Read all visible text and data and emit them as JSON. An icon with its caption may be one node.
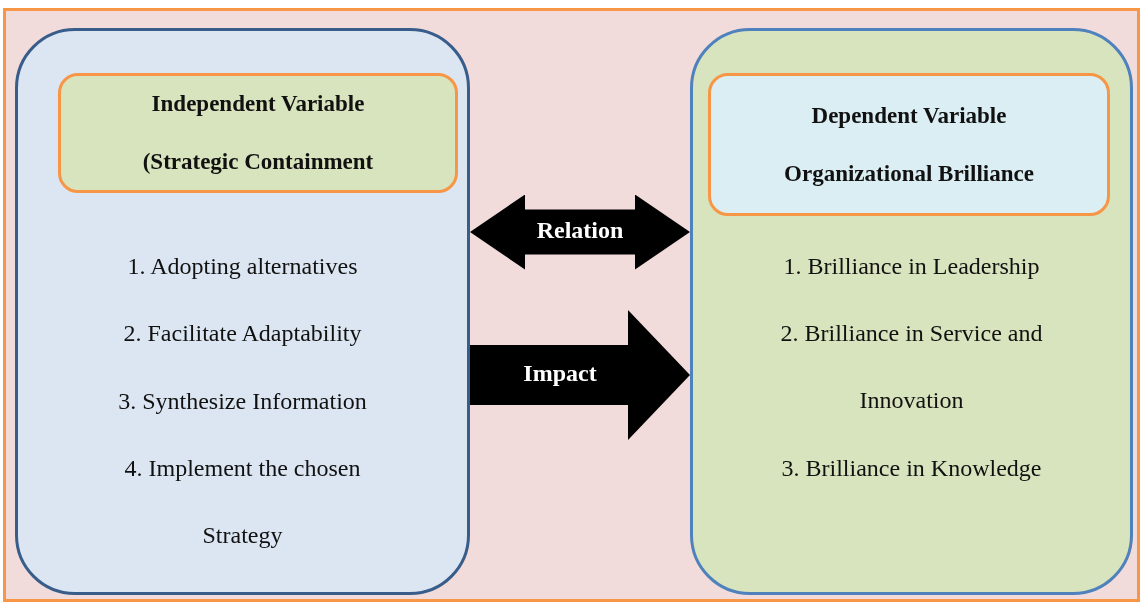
{
  "diagram": {
    "nodes": [
      {
        "text": [
          "1. Adopting alternatives",
          "2. Facilitate Adaptability",
          "3. Synthesize Information",
          "4. Implement the chosen Strategy"
        ]
      },
      {
        "text": [
          "Independent Variable (Strategic Containment"
        ],
        "in": 0
      },
      {
        "text": [
          "1. Brilliance in Leadership",
          "2. Brilliance in Service and Innovation",
          "3. Brilliance in Knowledge"
        ]
      },
      {
        "text": [
          "Dependent Variable Organizational Brilliance"
        ],
        "in": 2
      }
    ],
    "edges": [
      {
        "from": 0,
        "to": 2,
        "arrow": "both",
        "label": "Relation"
      },
      {
        "from": 0,
        "to": 2,
        "arrow": "to",
        "label": "Impact"
      }
    ]
  }
}
